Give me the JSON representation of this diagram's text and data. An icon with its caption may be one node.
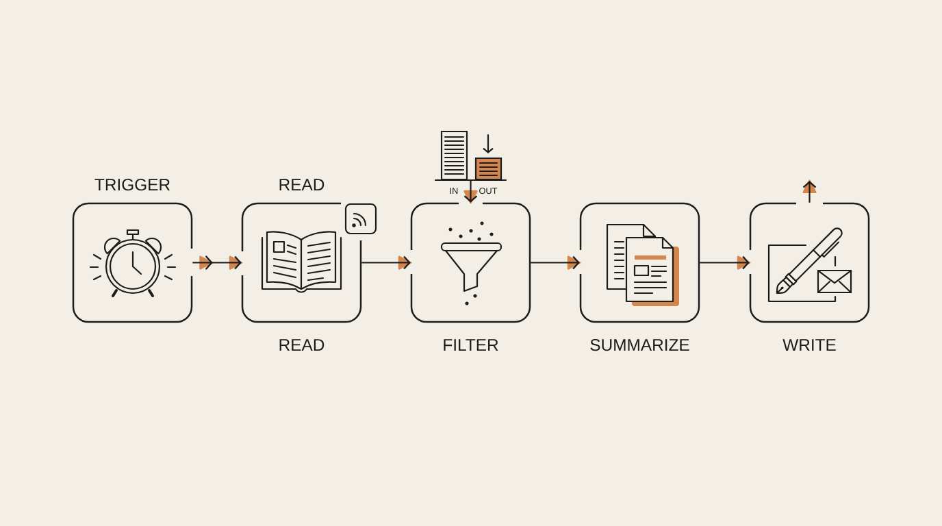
{
  "diagram": {
    "nodes": [
      {
        "text": [
          "TRIGGER"
        ]
      },
      {
        "text": [
          "READ",
          "READ"
        ]
      },
      {
        "text": [],
        "shape": "picture"
      },
      {
        "text": [
          "FILTER"
        ]
      },
      {
        "text": [
          "SUMMARIZE"
        ]
      },
      {
        "text": [
          "WRITE"
        ]
      }
    ],
    "edges": [
      {
        "from": 0,
        "to": 1,
        "arrow": "to"
      },
      {
        "from": 1,
        "to": 3,
        "arrow": "to"
      },
      {
        "from": 3,
        "to": 4,
        "arrow": "to"
      },
      {
        "from": 4,
        "to": 5,
        "arrow": "to"
      },
      {
        "from": 2,
        "to": 3,
        "arrow": "to"
      },
      {
        "from": 5,
        "to": null,
        "arrow": "to"
      }
    ],
    "labels": [
      "IN",
      "OUT"
    ]
  }
}
